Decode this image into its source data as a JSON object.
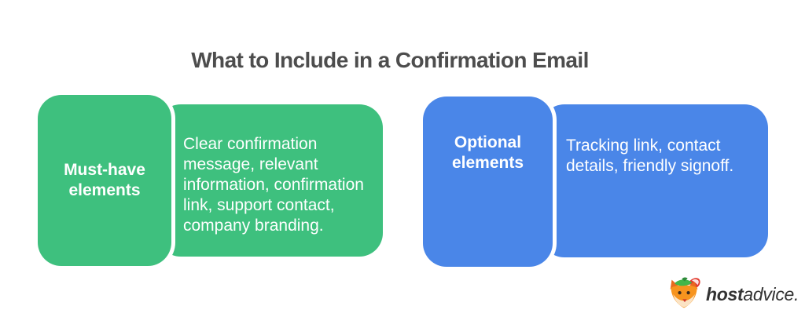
{
  "title": "What to Include in a Confirmation Email",
  "cards": [
    {
      "id": "must-have",
      "label": "Must-have elements",
      "description": "Clear confirmation message, relevant information, confirmation link, support contact, company branding.",
      "color": "#3EC07E"
    },
    {
      "id": "optional",
      "label": "Optional elements",
      "description": "Tracking link, contact details, friendly signoff.",
      "color": "#4A86E8"
    }
  ],
  "logo": {
    "brand_bold": "host",
    "brand_regular": "advice.",
    "icon": "fox-mascot-icon"
  },
  "colors": {
    "green": "#3EC07E",
    "blue": "#4A86E8",
    "title_text": "#4D4D4D",
    "card_text": "#FFFFFF",
    "logo_text": "#333333",
    "background": "#FFFFFF"
  }
}
